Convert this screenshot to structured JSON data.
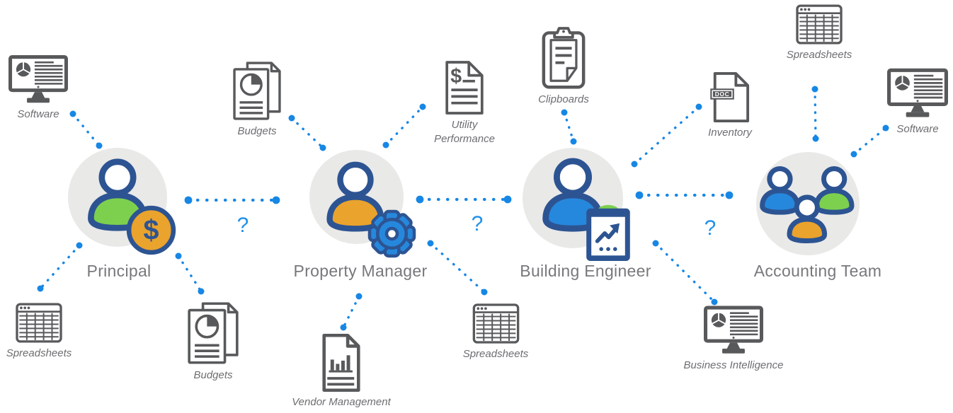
{
  "roles": [
    {
      "label": "Principal",
      "badge": "dollar-coin",
      "badge_text": "$"
    },
    {
      "label": "Property Manager",
      "badge": "gear"
    },
    {
      "label": "Building Engineer",
      "badge": "clipboard-trend-chart"
    },
    {
      "label": "Accounting Team",
      "badge": "team-of-three"
    }
  ],
  "tools": [
    {
      "label": "Software",
      "icon": "monitor-report"
    },
    {
      "label": "Spreadsheets",
      "icon": "spreadsheet-grid"
    },
    {
      "label": "Budgets",
      "icon": "stacked-report-pie"
    },
    {
      "label": "Budgets",
      "icon": "stacked-report-pie"
    },
    {
      "label": "Utility Performance",
      "icon": "dollar-document"
    },
    {
      "label": "Vendor Management",
      "icon": "bar-chart-document"
    },
    {
      "label": "Spreadsheets",
      "icon": "spreadsheet-grid"
    },
    {
      "label": "Clipboards",
      "icon": "clipboard-notes"
    },
    {
      "label": "Inventory",
      "icon": "doc-file",
      "badge_text": "DOC"
    },
    {
      "label": "Business Intelligence",
      "icon": "monitor-report"
    },
    {
      "label": "Spreadsheets",
      "icon": "spreadsheet-grid"
    },
    {
      "label": "Software",
      "icon": "monitor-report"
    }
  ],
  "icon_symbols": {
    "utility_dollar": "$"
  },
  "relationships": [
    {
      "between": "Principal and Property Manager",
      "label": "?"
    },
    {
      "between": "Property Manager and Building Engineer",
      "label": "?"
    },
    {
      "between": "Building Engineer and Accounting Team",
      "label": "?"
    }
  ],
  "connections": [
    {
      "from": "Software",
      "to": "Principal"
    },
    {
      "from": "Spreadsheets",
      "to": "Principal"
    },
    {
      "from": "Budgets",
      "to": "Principal"
    },
    {
      "from": "Budgets",
      "to": "Property Manager"
    },
    {
      "from": "Utility Performance",
      "to": "Property Manager"
    },
    {
      "from": "Vendor Management",
      "to": "Property Manager"
    },
    {
      "from": "Spreadsheets",
      "to": "Property Manager"
    },
    {
      "from": "Clipboards",
      "to": "Building Engineer"
    },
    {
      "from": "Inventory",
      "to": "Building Engineer"
    },
    {
      "from": "Business Intelligence",
      "to": "Building Engineer"
    },
    {
      "from": "Spreadsheets",
      "to": "Accounting Team"
    },
    {
      "from": "Software",
      "to": "Accounting Team"
    }
  ],
  "colors": {
    "connector_blue": "#1787e5",
    "question_blue": "#2291ea",
    "outline_navy": "#2d5492",
    "person_green": "#7dd04e",
    "person_orange": "#eaa32c",
    "person_blue": "#2688dd",
    "circle_gray": "#e9e9e8",
    "icon_gray": "#58595b",
    "label_gray": "#6d6e71",
    "role_label_gray": "#77787b"
  }
}
